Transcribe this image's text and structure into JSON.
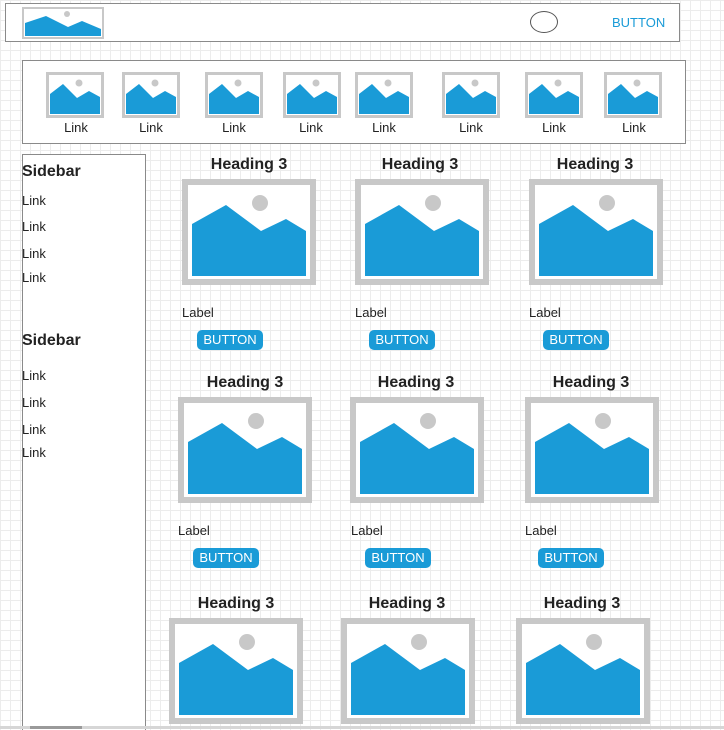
{
  "header": {
    "button_label": "BUTTON"
  },
  "nav": {
    "links": [
      "Link",
      "Link",
      "Link",
      "Link",
      "Link",
      "Link",
      "Link",
      "Link"
    ]
  },
  "sidebar": [
    {
      "title": "Sidebar",
      "links": [
        "Link",
        "Link",
        "Link",
        "Link"
      ]
    },
    {
      "title": "Sidebar",
      "links": [
        "Link",
        "Link",
        "Link",
        "Link"
      ]
    }
  ],
  "cards": [
    {
      "heading": "Heading 3",
      "label": "Label",
      "button": "BUTTON"
    },
    {
      "heading": "Heading 3",
      "label": "Label",
      "button": "BUTTON"
    },
    {
      "heading": "Heading 3",
      "label": "Label",
      "button": "BUTTON"
    },
    {
      "heading": "Heading 3",
      "label": "Label",
      "button": "BUTTON"
    },
    {
      "heading": "Heading 3",
      "label": "Label",
      "button": "BUTTON"
    },
    {
      "heading": "Heading 3",
      "label": "Label",
      "button": "BUTTON"
    },
    {
      "heading": "Heading 3"
    },
    {
      "heading": "Heading 3"
    },
    {
      "heading": "Heading 3"
    }
  ],
  "colors": {
    "accent": "#1a9bd7",
    "frame": "#cccccc"
  }
}
